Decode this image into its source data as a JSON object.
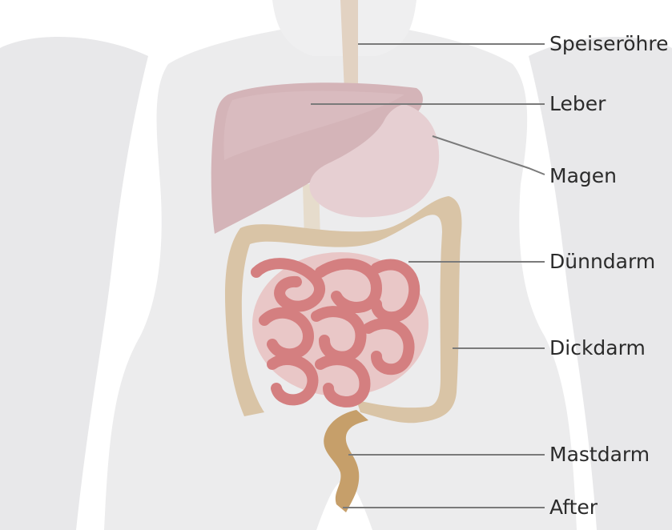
{
  "diagram": {
    "labels": {
      "esophagus": "Speiseröhre",
      "liver": "Leber",
      "stomach": "Magen",
      "small_intestine": "Dünndarm",
      "large_intestine": "Dickdarm",
      "rectum": "Mastdarm",
      "anus": "After"
    },
    "colors": {
      "body": "#ededee",
      "liver": "#d4b4b8",
      "stomach": "#e6cfd2",
      "small_intestine": "#dc8e8e",
      "large_intestine": "#d9c4a6",
      "rectum": "#c69f6a",
      "leader_line": "#7a7a7a"
    }
  }
}
